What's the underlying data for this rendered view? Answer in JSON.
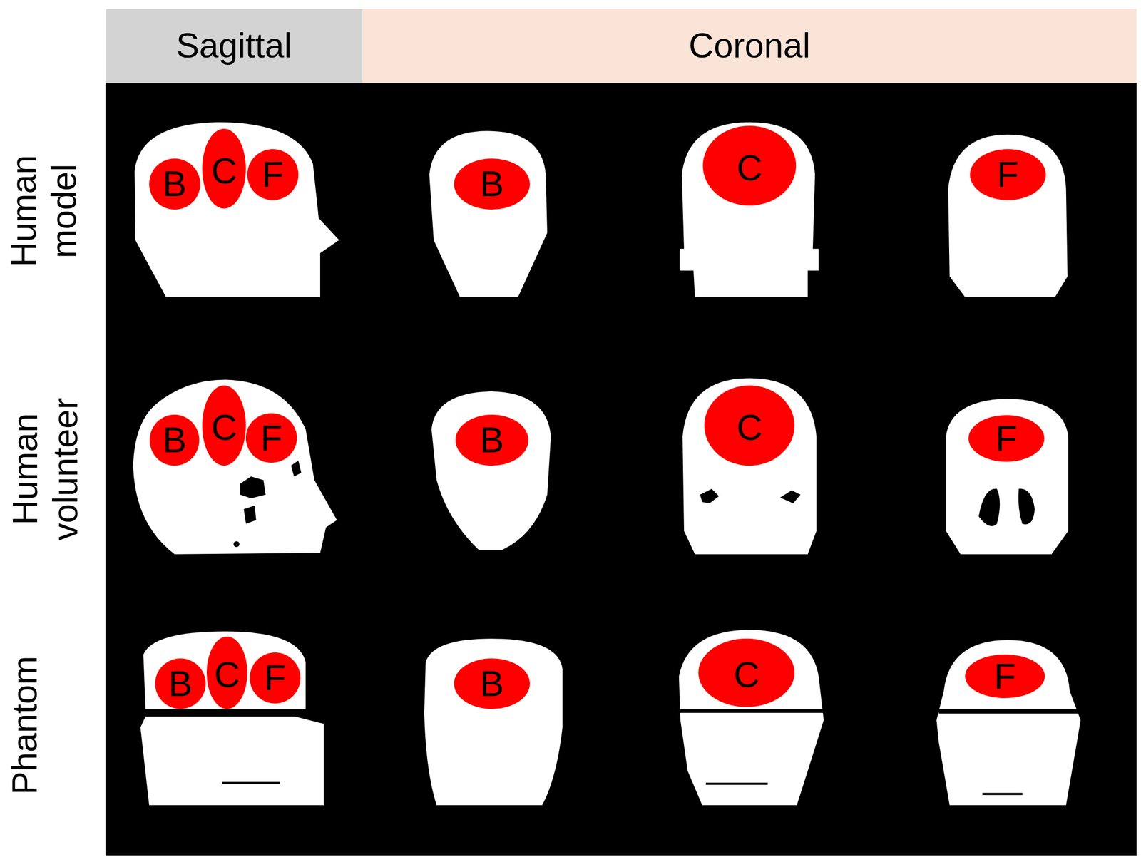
{
  "diagram": {
    "nodes": [
      {
        "text": [
          "Sagittal"
        ]
      },
      {
        "text": [
          "Coronal"
        ]
      },
      {
        "text": [
          "B"
        ]
      },
      {
        "text": [
          "C"
        ]
      },
      {
        "text": [
          "F"
        ]
      },
      {
        "text": [
          "B"
        ]
      },
      {
        "text": [
          "C"
        ]
      },
      {
        "text": [
          "F"
        ]
      },
      {
        "text": [
          "B"
        ]
      },
      {
        "text": [
          "C"
        ]
      },
      {
        "text": [
          "F"
        ]
      },
      {
        "text": [
          "B"
        ]
      },
      {
        "text": [
          "C"
        ]
      },
      {
        "text": [
          "F"
        ]
      },
      {
        "text": [
          "B"
        ]
      },
      {
        "text": [
          "C"
        ]
      },
      {
        "text": [
          "F"
        ]
      },
      {
        "text": [
          "B"
        ]
      },
      {
        "text": [
          "C"
        ]
      },
      {
        "text": [
          "F"
        ]
      }
    ],
    "labels": [
      "Human model",
      "Human volunteer",
      "Phantom"
    ]
  }
}
